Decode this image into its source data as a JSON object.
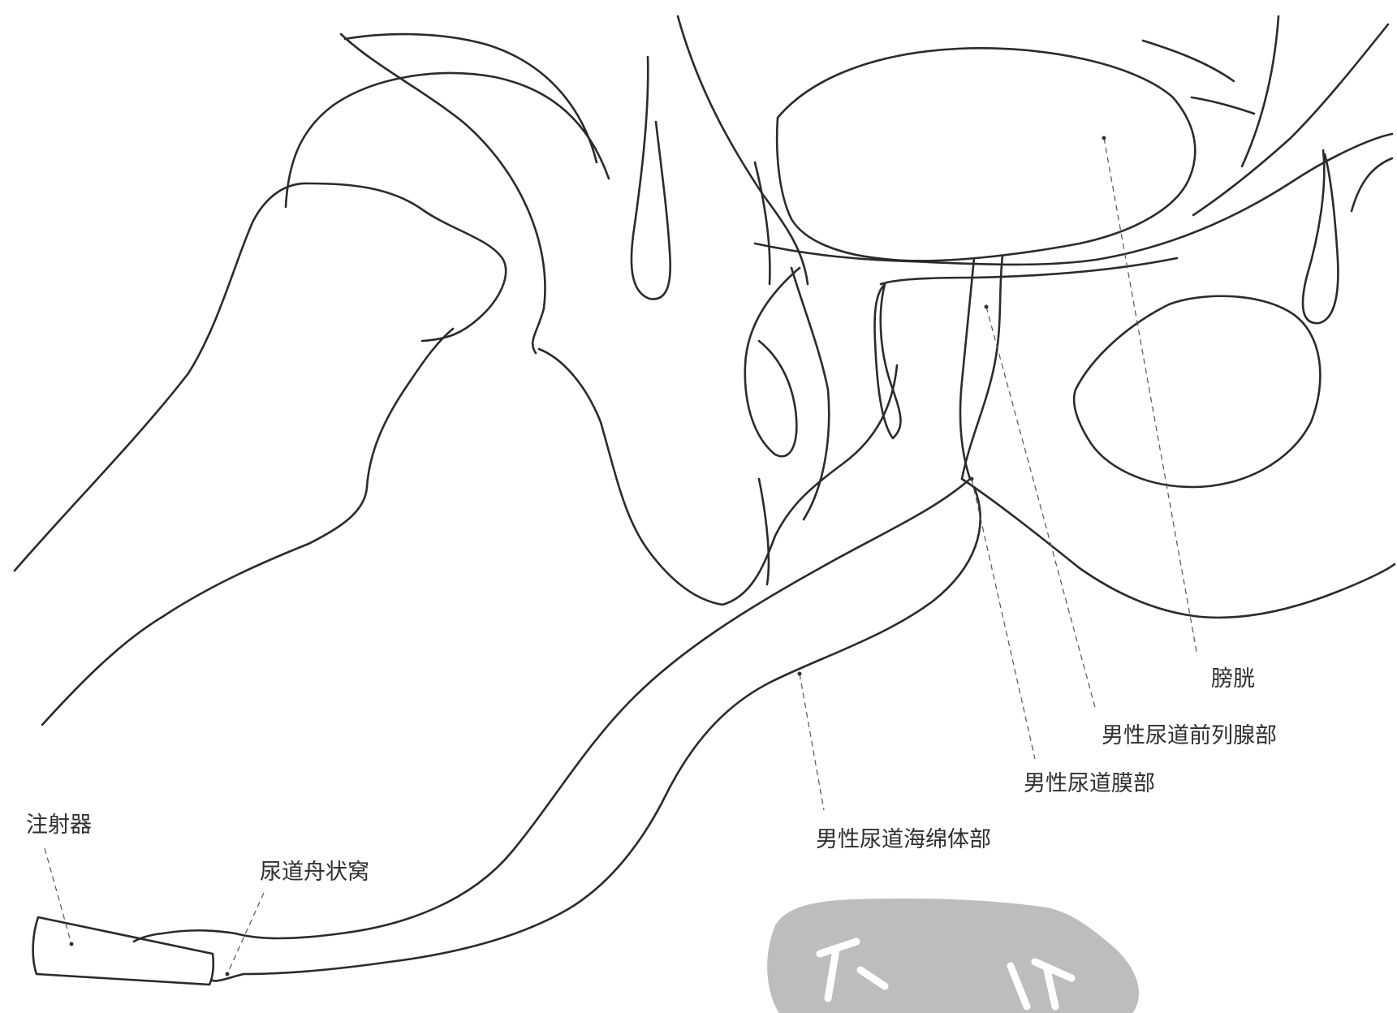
{
  "diagram": {
    "labels": {
      "bladder": "膀胱",
      "prostatic_urethra": "男性尿道前列腺部",
      "membranous_urethra": "男性尿道膜部",
      "spongy_urethra": "男性尿道海绵体部",
      "syringe": "注射器",
      "navicular_fossa": "尿道舟状窝"
    },
    "colors": {
      "outline": "#2b2b2b",
      "label_text": "#2f2f2f",
      "watermark": "#bdbdbd"
    },
    "watermark_icon": "seal-stamp"
  }
}
